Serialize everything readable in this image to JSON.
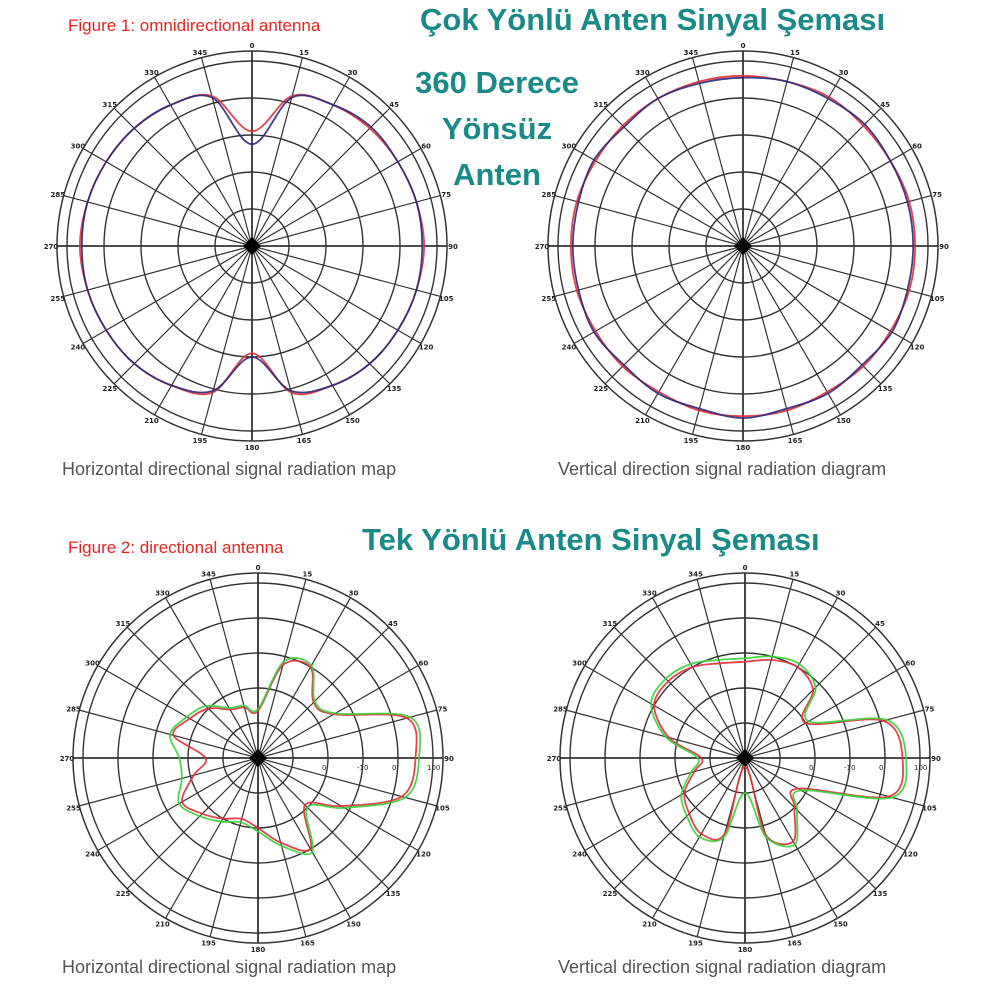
{
  "figure1": {
    "label": "Figure 1: omnidirectional antenna",
    "title": "Çok Yönlü Anten Sinyal Şeması",
    "subtitle": [
      "360 Derece",
      "Yönsüz",
      "Anten"
    ],
    "captions": [
      "Horizontal directional signal radiation map",
      "Vertical direction signal radiation diagram"
    ]
  },
  "figure2": {
    "label": "Figure 2: directional antenna",
    "title": "Tek Yönlü Anten Sinyal Şeması",
    "captions": [
      "Horizontal directional signal radiation map",
      "Vertical direction signal radiation diagram"
    ]
  },
  "colors": {
    "teal": "#1a8a88",
    "red": "#e8231f",
    "series_red": "#e0303a",
    "series_navy": "#2a2a7a",
    "series_green": "#3ad13a"
  },
  "chart_data": [
    {
      "type": "polar",
      "name": "fig1-horizontal",
      "angles_deg_step": 15,
      "angle_labels": [
        "0",
        "15",
        "30",
        "45",
        "60",
        "75",
        "90",
        "105",
        "120",
        "135",
        "150",
        "165",
        "180",
        "195",
        "210",
        "225",
        "240",
        "255",
        "270",
        "285",
        "300",
        "315",
        "330",
        "345"
      ],
      "series": [
        {
          "name": "red",
          "color": "#e0303a",
          "values": [
            0.62,
            0.84,
            0.88,
            0.9,
            0.91,
            0.92,
            0.93,
            0.92,
            0.91,
            0.9,
            0.87,
            0.82,
            0.58,
            0.82,
            0.87,
            0.9,
            0.91,
            0.92,
            0.93,
            0.92,
            0.91,
            0.9,
            0.88,
            0.84
          ]
        },
        {
          "name": "navy",
          "color": "#2a2a7a",
          "values": [
            0.55,
            0.83,
            0.88,
            0.91,
            0.91,
            0.92,
            0.92,
            0.92,
            0.91,
            0.9,
            0.87,
            0.81,
            0.6,
            0.81,
            0.87,
            0.9,
            0.91,
            0.92,
            0.92,
            0.92,
            0.91,
            0.9,
            0.88,
            0.83
          ]
        }
      ]
    },
    {
      "type": "polar",
      "name": "fig1-vertical",
      "angles_deg_step": 15,
      "angle_labels": [
        "0",
        "15",
        "30",
        "45",
        "60",
        "75",
        "90",
        "105",
        "120",
        "135",
        "150",
        "165",
        "180",
        "195",
        "210",
        "225",
        "240",
        "255",
        "270",
        "285",
        "300",
        "315",
        "330",
        "345"
      ],
      "series": [
        {
          "name": "red",
          "color": "#e0303a",
          "values": [
            0.92,
            0.92,
            0.93,
            0.92,
            0.92,
            0.93,
            0.93,
            0.93,
            0.92,
            0.92,
            0.91,
            0.92,
            0.92,
            0.92,
            0.91,
            0.92,
            0.92,
            0.93,
            0.93,
            0.93,
            0.92,
            0.92,
            0.92,
            0.92
          ]
        },
        {
          "name": "navy",
          "color": "#2a2a7a",
          "values": [
            0.91,
            0.92,
            0.92,
            0.93,
            0.92,
            0.92,
            0.92,
            0.92,
            0.93,
            0.91,
            0.92,
            0.91,
            0.93,
            0.91,
            0.92,
            0.91,
            0.93,
            0.92,
            0.92,
            0.92,
            0.93,
            0.91,
            0.92,
            0.91
          ]
        }
      ]
    },
    {
      "type": "polar",
      "name": "fig2-horizontal",
      "angles_deg_step": 15,
      "angle_labels": [
        "0",
        "15",
        "30",
        "45",
        "60",
        "75",
        "90",
        "105",
        "120",
        "135",
        "150",
        "165",
        "180",
        "195",
        "210",
        "225",
        "240",
        "255",
        "270",
        "285",
        "300",
        "315",
        "330",
        "345"
      ],
      "radial_labels": [
        "0",
        "-10",
        "0",
        "100"
      ],
      "series": [
        {
          "name": "red",
          "color": "#e0303a",
          "values": [
            0.27,
            0.55,
            0.6,
            0.45,
            0.5,
            0.88,
            0.9,
            0.85,
            0.55,
            0.38,
            0.6,
            0.5,
            0.4,
            0.36,
            0.4,
            0.45,
            0.5,
            0.38,
            0.3,
            0.5,
            0.45,
            0.4,
            0.32,
            0.3
          ]
        },
        {
          "name": "green",
          "color": "#3ad13a",
          "values": [
            0.28,
            0.57,
            0.61,
            0.46,
            0.51,
            0.9,
            0.92,
            0.87,
            0.57,
            0.4,
            0.62,
            0.52,
            0.42,
            0.38,
            0.42,
            0.47,
            0.52,
            0.45,
            0.45,
            0.52,
            0.47,
            0.42,
            0.33,
            0.31
          ]
        }
      ]
    },
    {
      "type": "polar",
      "name": "fig2-vertical",
      "angles_deg_step": 15,
      "angle_labels": [
        "0",
        "15",
        "30",
        "45",
        "60",
        "75",
        "90",
        "105",
        "120",
        "135",
        "150",
        "165",
        "180",
        "195",
        "210",
        "225",
        "240",
        "255",
        "270",
        "285",
        "300",
        "315",
        "330",
        "345"
      ],
      "radial_labels": [
        "0",
        "-10",
        "0",
        "100"
      ],
      "series": [
        {
          "name": "red",
          "color": "#e0303a",
          "values": [
            0.55,
            0.58,
            0.6,
            0.55,
            0.4,
            0.82,
            0.9,
            0.85,
            0.35,
            0.4,
            0.55,
            0.45,
            0.05,
            0.45,
            0.5,
            0.45,
            0.4,
            0.3,
            0.25,
            0.45,
            0.6,
            0.62,
            0.6,
            0.56
          ]
        },
        {
          "name": "green",
          "color": "#3ad13a",
          "values": [
            0.57,
            0.6,
            0.62,
            0.57,
            0.42,
            0.84,
            0.92,
            0.87,
            0.37,
            0.42,
            0.57,
            0.47,
            0.2,
            0.47,
            0.52,
            0.47,
            0.42,
            0.32,
            0.27,
            0.47,
            0.62,
            0.64,
            0.62,
            0.58
          ]
        }
      ]
    }
  ]
}
